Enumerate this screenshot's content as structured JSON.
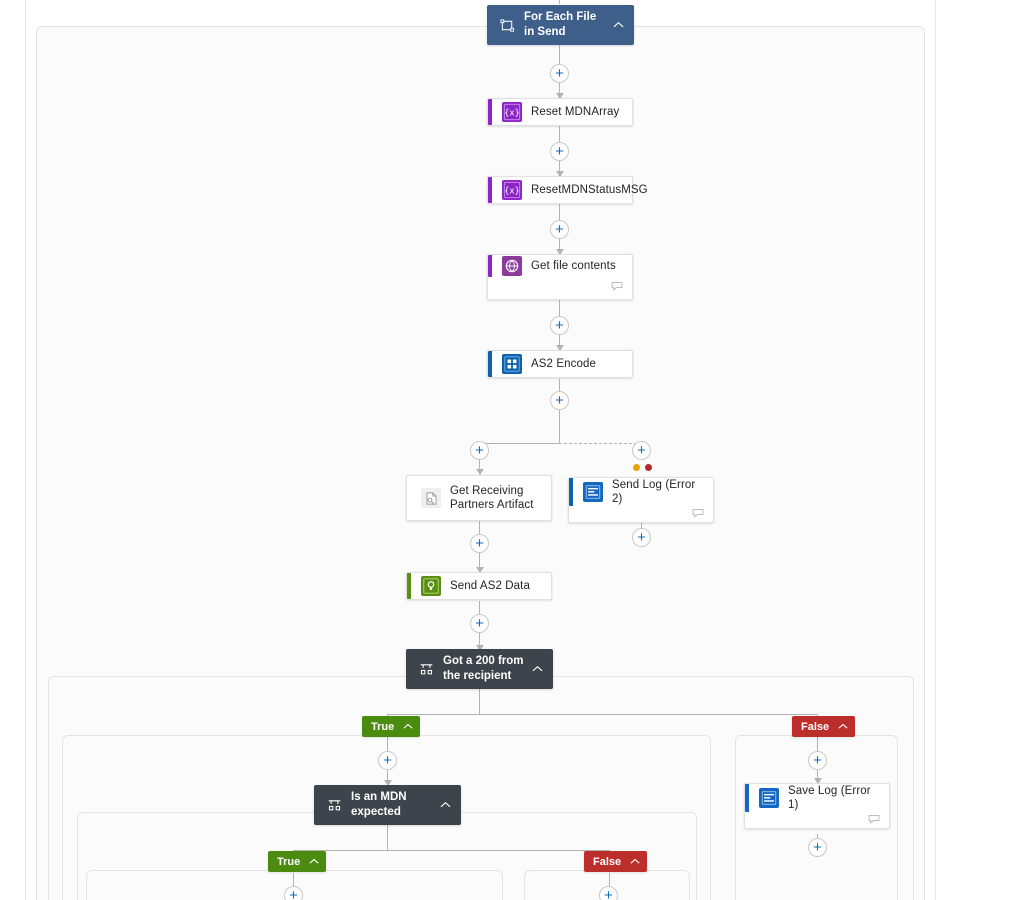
{
  "canvas": {
    "background": "#ffffff",
    "connector_color": "#b3b3b3",
    "plus_glyph": "+",
    "chevron_glyph": "˄"
  },
  "colors": {
    "scope_header_blue": "#3e5f8a",
    "scope_header_dark": "#3d444c",
    "true_badge": "#4b8b10",
    "false_badge": "#bb2e2a",
    "variable_purple": "#8b25c6",
    "sftp_magenta": "#8e3a9c",
    "as2_blue": "#0e62ad",
    "as2send_green": "#5a8f12",
    "log_blue": "#1568c1",
    "accent_purple": "#8b25c6",
    "accent_blue": "#0e62ad",
    "accent_green": "#5a8f12",
    "plus_blue": "#0f6cbd",
    "status_warning": "#e8a200",
    "status_failed": "#b5252b"
  },
  "scopes": {
    "for_each": {
      "title": "For Each File in Send",
      "icon": "foreach-loop-icon",
      "collapse": "chevron-up-icon",
      "style": "blue"
    },
    "got_200": {
      "title": "Got a 200 from the recipient",
      "icon": "condition-icon",
      "collapse": "chevron-up-icon",
      "style": "dark"
    },
    "is_mdn_expected": {
      "title": "Is an MDN expected",
      "icon": "condition-icon",
      "collapse": "chevron-up-icon",
      "style": "dark"
    }
  },
  "branches": {
    "got200_true": {
      "label": "True",
      "collapse": "chevron-up-icon"
    },
    "got200_false": {
      "label": "False",
      "collapse": "chevron-up-icon"
    },
    "mdn_true": {
      "label": "True",
      "collapse": "chevron-up-icon"
    },
    "mdn_false": {
      "label": "False",
      "collapse": "chevron-up-icon"
    }
  },
  "actions": {
    "reset_mdnarray": {
      "title": "Reset MDNArray",
      "icon": "variable-icon",
      "accent": "#8b25c6",
      "has_comment": false
    },
    "reset_mdnstatusmsg": {
      "title": "ResetMDNStatusMSG",
      "icon": "variable-icon",
      "accent": "#8b25c6",
      "has_comment": false
    },
    "get_file_contents": {
      "title": "Get file contents",
      "icon": "sftp-icon",
      "accent": "#8b25c6",
      "has_comment": true,
      "comment_icon": "comment-icon"
    },
    "as2_encode": {
      "title": "AS2 Encode",
      "icon": "as2-grid-icon",
      "accent": "#0e62ad",
      "has_comment": false
    },
    "get_receiving_partners_artifact": {
      "title": "Get Receiving Partners Artifact",
      "icon": "artifact-document-icon",
      "accent": "",
      "has_comment": false
    },
    "send_log_error2": {
      "title": "Send Log (Error 2)",
      "icon": "log-list-icon",
      "accent": "#0e62ad",
      "has_comment": true,
      "comment_icon": "comment-icon",
      "run_after_dots": [
        "#e8a200",
        "#b5252b"
      ]
    },
    "send_as2_data": {
      "title": "Send AS2 Data",
      "icon": "as2-send-icon",
      "accent": "#5a8f12",
      "has_comment": false
    },
    "save_log_error1": {
      "title": "Save Log (Error 1)",
      "icon": "log-list-icon",
      "accent": "#1568c1",
      "has_comment": true,
      "comment_icon": "comment-icon"
    }
  },
  "plus_buttons": [
    {
      "name": "add-after-for-each"
    },
    {
      "name": "add-after-reset-mdnarray"
    },
    {
      "name": "add-after-reset-mdnstatusmsg"
    },
    {
      "name": "add-after-get-file-contents"
    },
    {
      "name": "add-before-get-receiving-partners-artifact"
    },
    {
      "name": "add-before-send-log-error2"
    },
    {
      "name": "add-after-get-receiving-partners-artifact"
    },
    {
      "name": "add-after-send-log-error2"
    },
    {
      "name": "add-after-send-as2-data"
    },
    {
      "name": "add-in-got200-true-branch"
    },
    {
      "name": "add-in-got200-false-branch"
    },
    {
      "name": "add-after-save-log-error1"
    },
    {
      "name": "add-in-mdn-true-branch"
    },
    {
      "name": "add-in-mdn-false-branch"
    }
  ]
}
